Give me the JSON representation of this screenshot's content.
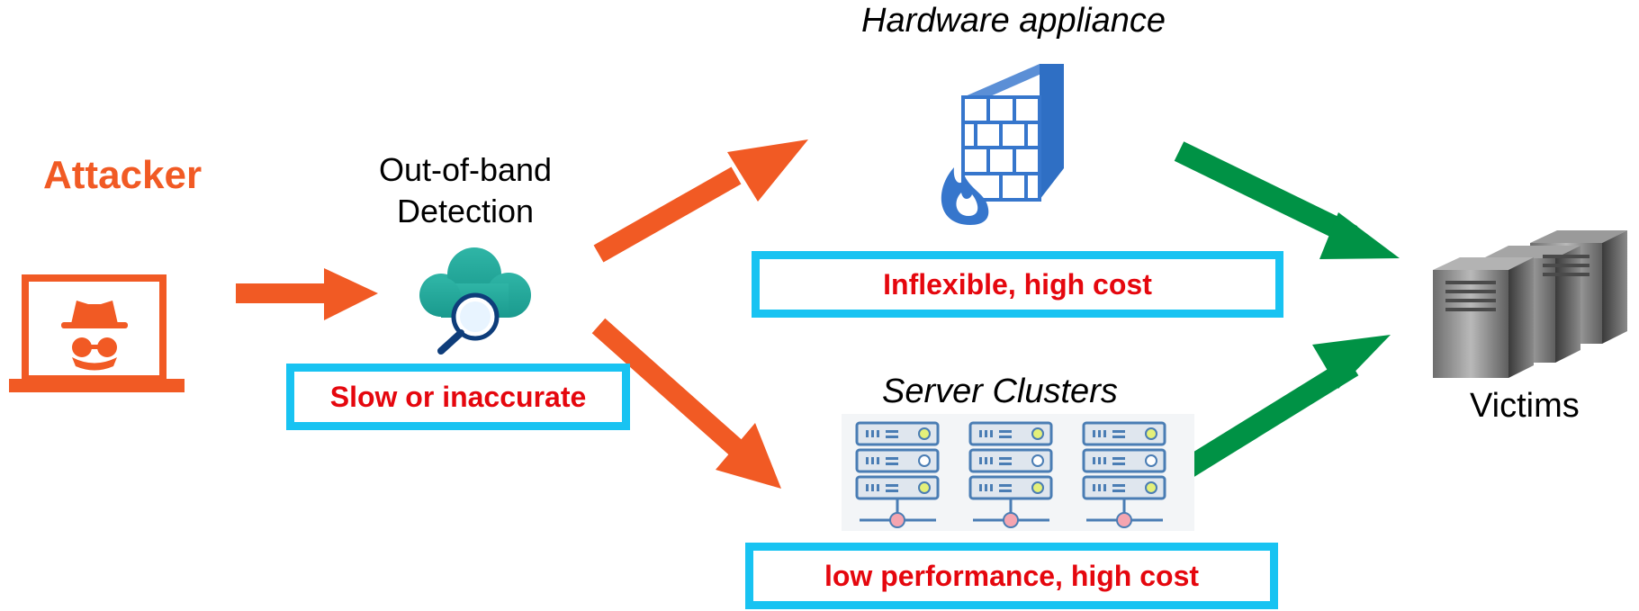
{
  "attacker": {
    "label": "Attacker",
    "icon": "hacker-laptop-icon"
  },
  "detection": {
    "label_line1": "Out-of-band",
    "label_line2": "Detection",
    "icon": "cloud-search-icon",
    "issue": "Slow or inaccurate"
  },
  "hardware": {
    "label": "Hardware appliance",
    "icon": "firewall-icon",
    "issue": "Inflexible, high cost"
  },
  "servers": {
    "label": "Server Clusters",
    "icon": "server-rack-icon",
    "issue": "low performance, high cost"
  },
  "victims": {
    "label": "Victims",
    "icon": "server-towers-icon"
  },
  "colors": {
    "attack_arrow": "#f15a24",
    "good_arrow": "#009245",
    "issue_text": "#e5070e",
    "box_border": "#18c3f2",
    "attacker_text": "#f15a24"
  }
}
